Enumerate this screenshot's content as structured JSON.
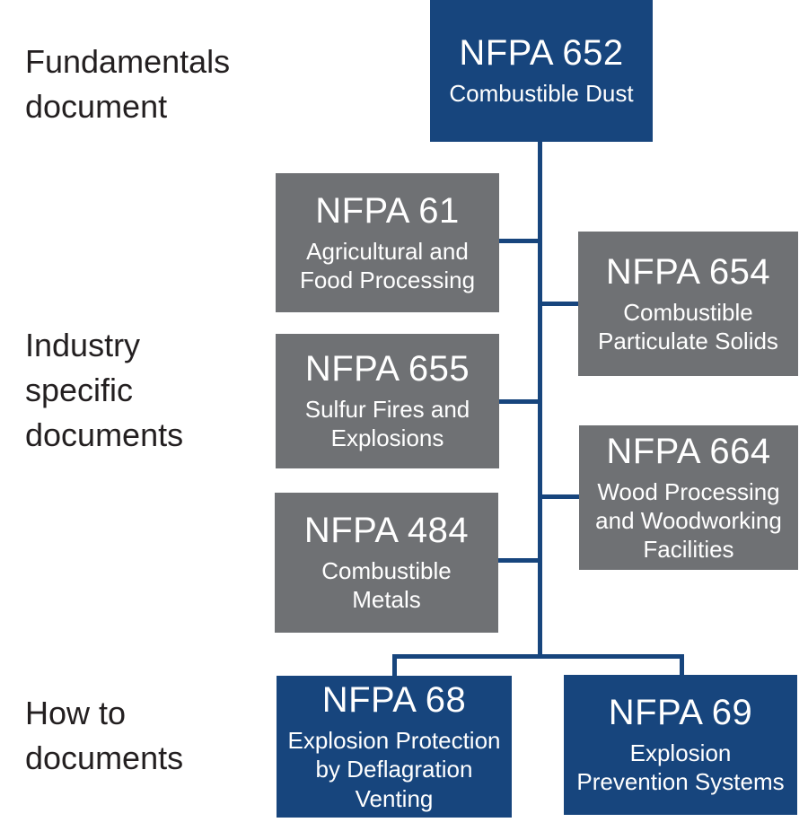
{
  "colors": {
    "blue": "#17457d",
    "gray": "#6f7174",
    "connector": "#17457d",
    "text-dark": "#231f20",
    "text-light": "#ffffff",
    "background": "#ffffff"
  },
  "side_labels": [
    {
      "id": "fundamentals",
      "text": "Fundamentals\ndocument"
    },
    {
      "id": "industry-specific",
      "text": "Industry\nspecific\ndocuments"
    },
    {
      "id": "how-to",
      "text": "How to\ndocuments"
    }
  ],
  "nodes": [
    {
      "id": "nfpa-652",
      "title": "NFPA 652",
      "subtitle": "Combustible Dust",
      "category": "fundamentals"
    },
    {
      "id": "nfpa-61",
      "title": "NFPA 61",
      "subtitle": "Agricultural and\nFood Processing",
      "category": "industry-specific"
    },
    {
      "id": "nfpa-654",
      "title": "NFPA 654",
      "subtitle": "Combustible\nParticulate Solids",
      "category": "industry-specific"
    },
    {
      "id": "nfpa-655",
      "title": "NFPA 655",
      "subtitle": "Sulfur Fires and\nExplosions",
      "category": "industry-specific"
    },
    {
      "id": "nfpa-664",
      "title": "NFPA 664",
      "subtitle": "Wood Processing\nand Woodworking\nFacilities",
      "category": "industry-specific"
    },
    {
      "id": "nfpa-484",
      "title": "NFPA 484",
      "subtitle": "Combustible\nMetals",
      "category": "industry-specific"
    },
    {
      "id": "nfpa-68",
      "title": "NFPA 68",
      "subtitle": "Explosion Protection\nby Deflagration\nVenting",
      "category": "how-to"
    },
    {
      "id": "nfpa-69",
      "title": "NFPA 69",
      "subtitle": "Explosion\nPrevention Systems",
      "category": "how-to"
    }
  ]
}
